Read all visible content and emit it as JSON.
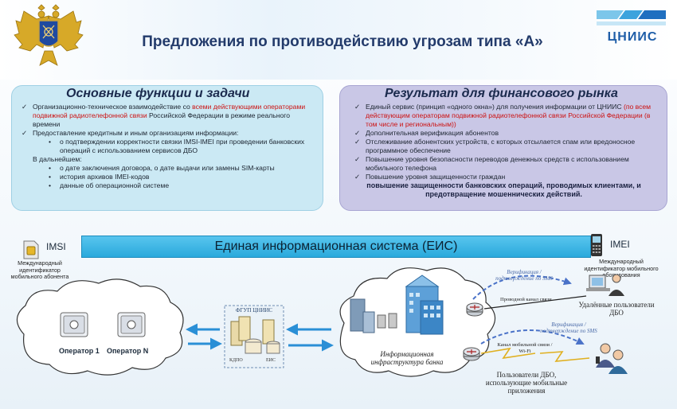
{
  "header": {
    "title": "Предложения по противодействию угрозам типа «А»",
    "logo_text": "ЦНИИС"
  },
  "left_panel": {
    "title": "Основные функции и задачи",
    "items": [
      {
        "marker": "✓",
        "level": 1,
        "parts": [
          {
            "t": "Организационно-техническое взаимодействие со ",
            "red": false
          },
          {
            "t": "всеми действующими операторами подвижной радиотелефонной связи",
            "red": true
          },
          {
            "t": " Российской Федерации в режиме реального времени",
            "red": false
          }
        ]
      },
      {
        "marker": "✓",
        "level": 1,
        "parts": [
          {
            "t": "Предоставление кредитным и иным организациям информации:",
            "red": false
          }
        ]
      },
      {
        "marker": "•",
        "level": 2,
        "parts": [
          {
            "t": "о подтверждении корректности связки IMSI-IMEI при проведении банковских операций с использованием сервисов ДБО",
            "red": false
          }
        ]
      },
      {
        "marker": "",
        "level": 1,
        "parts": [
          {
            "t": "В дальнейшем:",
            "red": false
          }
        ]
      },
      {
        "marker": "•",
        "level": 2,
        "parts": [
          {
            "t": "о дате заключения договора, о дате выдачи или замены SIM-карты",
            "red": false
          }
        ]
      },
      {
        "marker": "•",
        "level": 2,
        "parts": [
          {
            "t": "история архивов IMEI-кодов",
            "red": false
          }
        ]
      },
      {
        "marker": "•",
        "level": 2,
        "parts": [
          {
            "t": "данные об операционной системе",
            "red": false
          }
        ]
      }
    ]
  },
  "right_panel": {
    "title": "Результат для финансового рынка",
    "items": [
      {
        "marker": "✓",
        "level": 1,
        "parts": [
          {
            "t": "Единый сервис (принцип «одного окна») для получения информации от ЦНИИС ",
            "red": false
          },
          {
            "t": "(по всем действующим операторам подвижной радиотелефонной связи Российской Федерации (в том числе и региональным))",
            "red": true
          }
        ]
      },
      {
        "marker": "✓",
        "level": 1,
        "parts": [
          {
            "t": "Дополнительная верификация абонентов",
            "red": false
          }
        ]
      },
      {
        "marker": "✓",
        "level": 1,
        "parts": [
          {
            "t": "Отслеживание абонентских устройств, с которых отсылается спам или вредоносное программное обеспечение",
            "red": false
          }
        ]
      },
      {
        "marker": "✓",
        "level": 1,
        "parts": [
          {
            "t": "Повышение уровня безопасности переводов денежных средств с использованием мобильного телефона",
            "red": false
          }
        ]
      },
      {
        "marker": "✓",
        "level": 1,
        "parts": [
          {
            "t": "Повышение уровня защищенности граждан",
            "red": false
          }
        ]
      }
    ],
    "summary": "повышение защищенности банковских операций, проводимых клиентами, и предотвращение мошеннических действий."
  },
  "eis_bar": "Единая информационная система (ЕИС)",
  "imsi": {
    "label": "IMSI",
    "caption": "Международный идентификатор мобильного абонента"
  },
  "imei": {
    "label": "IMEI",
    "caption": "Международный идентификатор мобильного оборудования"
  },
  "operators": {
    "op1": "Оператор 1",
    "opn": "Оператор N"
  },
  "fgup": {
    "title": "ФГУП ЦНИИС",
    "db1": "КДПО",
    "db2": "ЕИС"
  },
  "bank": {
    "caption": "Информационная инфраструктура банка"
  },
  "network": {
    "verify_sms_1": "Верификация / подтверждение по SMS",
    "verify_sms_2": "Верификация / подтверждение по SMS",
    "wired": "Проводной канал связи",
    "mobile": "Канал мобильной связи / Wi-Fi",
    "remote_users": "Удалённые пользователи ДБО",
    "mobile_users": "Пользователи ДБО, использующие мобильные приложения"
  },
  "colors": {
    "accent": "#2aa9dc",
    "arrow": "#2a8fd6",
    "red_text": "#cc1111"
  }
}
